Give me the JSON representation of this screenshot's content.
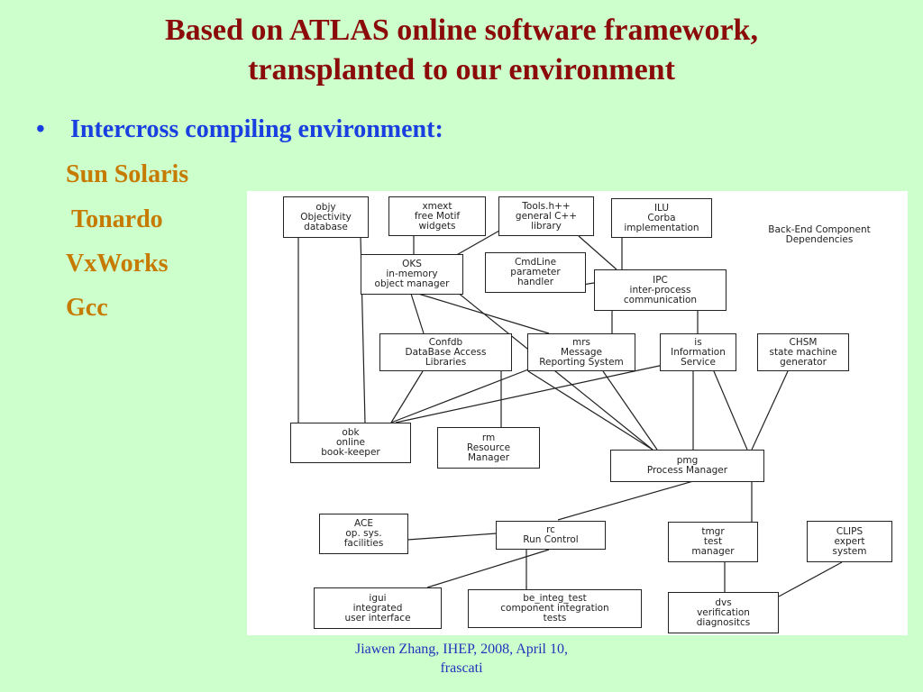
{
  "slide": {
    "title_line1": "Based on ATLAS online software framework,",
    "title_line2": "transplanted to our environment",
    "bullet_symbol": "•",
    "bullet_text": "Intercross compiling environment:",
    "environments": [
      "Sun Solaris",
      "Tonardo",
      "VxWorks",
      "Gcc"
    ],
    "footer_line1": "Jiawen Zhang, IHEP, 2008, April 10,",
    "footer_line2": "frascati"
  },
  "diagram": {
    "title_line1": "Back-End Component",
    "title_line2": "Dependencies",
    "nodes": {
      "objy": [
        "objy",
        "Objectivity",
        "database"
      ],
      "xmext": [
        "xmext",
        "free Motif",
        "widgets"
      ],
      "tools": [
        "Tools.h++",
        "general C++",
        "library"
      ],
      "ilu": [
        "ILU",
        "Corba",
        "implementation"
      ],
      "oks": [
        "OKS",
        "in-memory",
        "object manager"
      ],
      "cmdline": [
        "CmdLine",
        "parameter",
        "handler"
      ],
      "ipc": [
        "IPC",
        "inter-process",
        "communication"
      ],
      "confdb": [
        "Confdb",
        "DataBase Access",
        "Libraries"
      ],
      "mrs": [
        "mrs",
        "Message",
        "Reporting System"
      ],
      "is": [
        "is",
        "Information",
        "Service"
      ],
      "chsm": [
        "CHSM",
        "state machine",
        "generator"
      ],
      "obk": [
        "obk",
        "online",
        "book-keeper"
      ],
      "rm": [
        "rm",
        "Resource",
        "Manager"
      ],
      "pmg": [
        "pmg",
        "Process  Manager"
      ],
      "ace": [
        "ACE",
        "op. sys.",
        "facilities"
      ],
      "rc": [
        "rc",
        "Run Control"
      ],
      "tmgr": [
        "tmgr",
        "test",
        "manager"
      ],
      "clips": [
        "CLIPS",
        "expert",
        "system"
      ],
      "igui": [
        "igui",
        "integrated",
        "user interface"
      ],
      "beinteg": [
        "be_integ_test",
        "component integration",
        "tests"
      ],
      "dvs": [
        "dvs",
        "verification",
        "diagnositcs"
      ]
    }
  }
}
